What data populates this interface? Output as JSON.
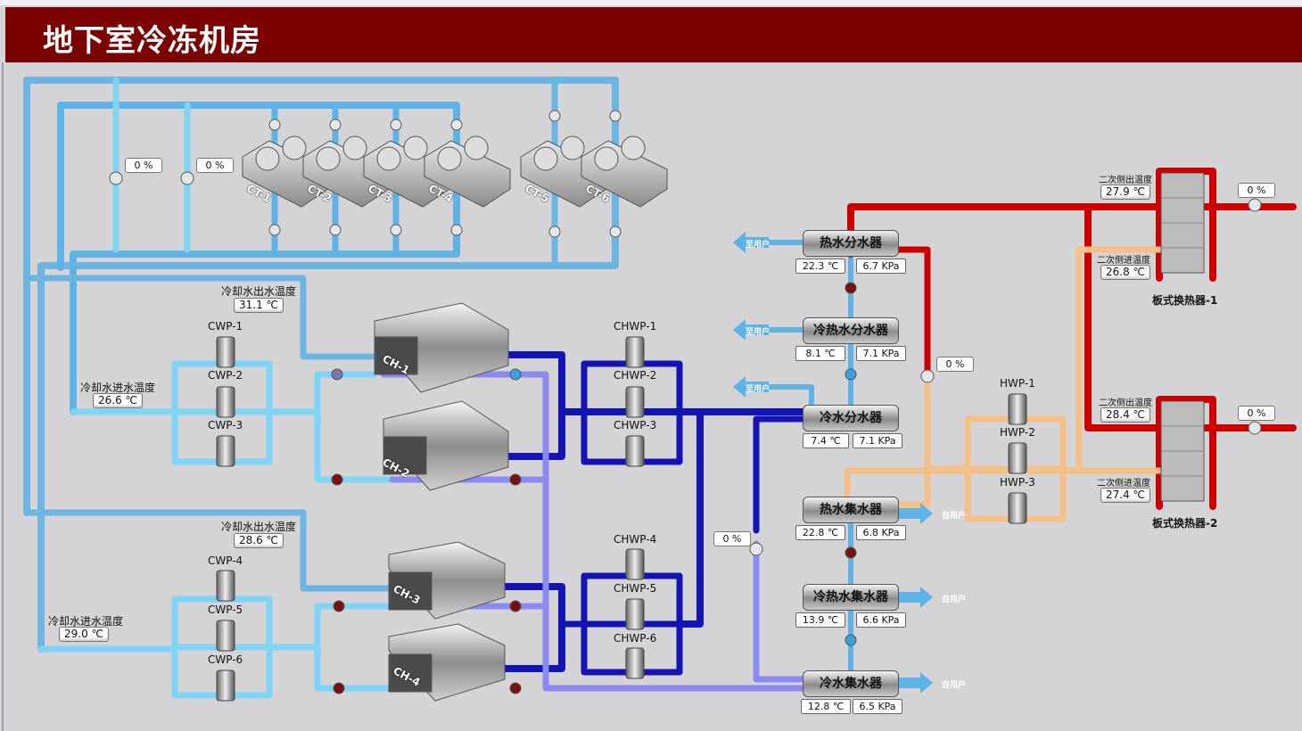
{
  "title": "地下室冷冻机房",
  "colors": {
    "header": "#7b0000",
    "cooling_water": "#7fd3f5",
    "chilled_water": "#1414b4",
    "hot_water": "#cc0000",
    "hot_return": "#f5c088"
  },
  "cooling_valves": [
    {
      "pct": "0 %"
    },
    {
      "pct": "0 %"
    }
  ],
  "towers": [
    "CT-1",
    "CT-2",
    "CT-3",
    "CT-4",
    "CT-5",
    "CT-6"
  ],
  "cw_group1": {
    "out_label": "冷却水出水温度",
    "out_temp": "31.1 ℃",
    "in_label": "冷却水进水温度",
    "in_temp": "26.6 ℃",
    "pumps": [
      "CWP-1",
      "CWP-2",
      "CWP-3"
    ]
  },
  "cw_group2": {
    "out_label": "冷却水出水温度",
    "out_temp": "28.6 ℃",
    "in_label": "冷却水进水温度",
    "in_temp": "29.0 ℃",
    "pumps": [
      "CWP-4",
      "CWP-5",
      "CWP-6"
    ]
  },
  "chillers": [
    "CH-1",
    "CH-2",
    "CH-3",
    "CH-4"
  ],
  "chwp_group1": [
    "CHWP-1",
    "CHWP-2",
    "CHWP-3"
  ],
  "chwp_group2": [
    "CHWP-4",
    "CHWP-5",
    "CHWP-6"
  ],
  "bypass_valve": {
    "pct": "0 %"
  },
  "headers": [
    {
      "name": "热水分水器",
      "temp": "22.3 ℃",
      "press": "6.7 KPa",
      "arrow": "至用户"
    },
    {
      "name": "冷热水分水器",
      "temp": "8.1 ℃",
      "press": "7.1 KPa",
      "arrow": "至用户"
    },
    {
      "name": "冷水分水器",
      "temp": "7.4 ℃",
      "press": "7.1 KPa",
      "arrow": "至用户"
    },
    {
      "name": "热水集水器",
      "temp": "22.8 ℃",
      "press": "6.8 KPa",
      "arrow": "自用户"
    },
    {
      "name": "冷热水集水器",
      "temp": "13.9 ℃",
      "press": "6.6 KPa",
      "arrow": "自用户"
    },
    {
      "name": "冷水集水器",
      "temp": "12.8 ℃",
      "press": "6.5 KPa",
      "arrow": "自用户"
    }
  ],
  "hot_bypass_valve": {
    "pct": "0 %"
  },
  "hwp": [
    "HWP-1",
    "HWP-2",
    "HWP-3"
  ],
  "hx1": {
    "name": "板式换热器-1",
    "out_label": "二次侧出温度",
    "out_temp": "27.9 ℃",
    "in_label": "二次侧进温度",
    "in_temp": "26.8 ℃",
    "valve_pct": "0 %"
  },
  "hx2": {
    "name": "板式换热器-2",
    "out_label": "二次侧出温度",
    "out_temp": "28.4 ℃",
    "in_label": "二次侧进温度",
    "in_temp": "27.4 ℃",
    "valve_pct": "0 %"
  }
}
